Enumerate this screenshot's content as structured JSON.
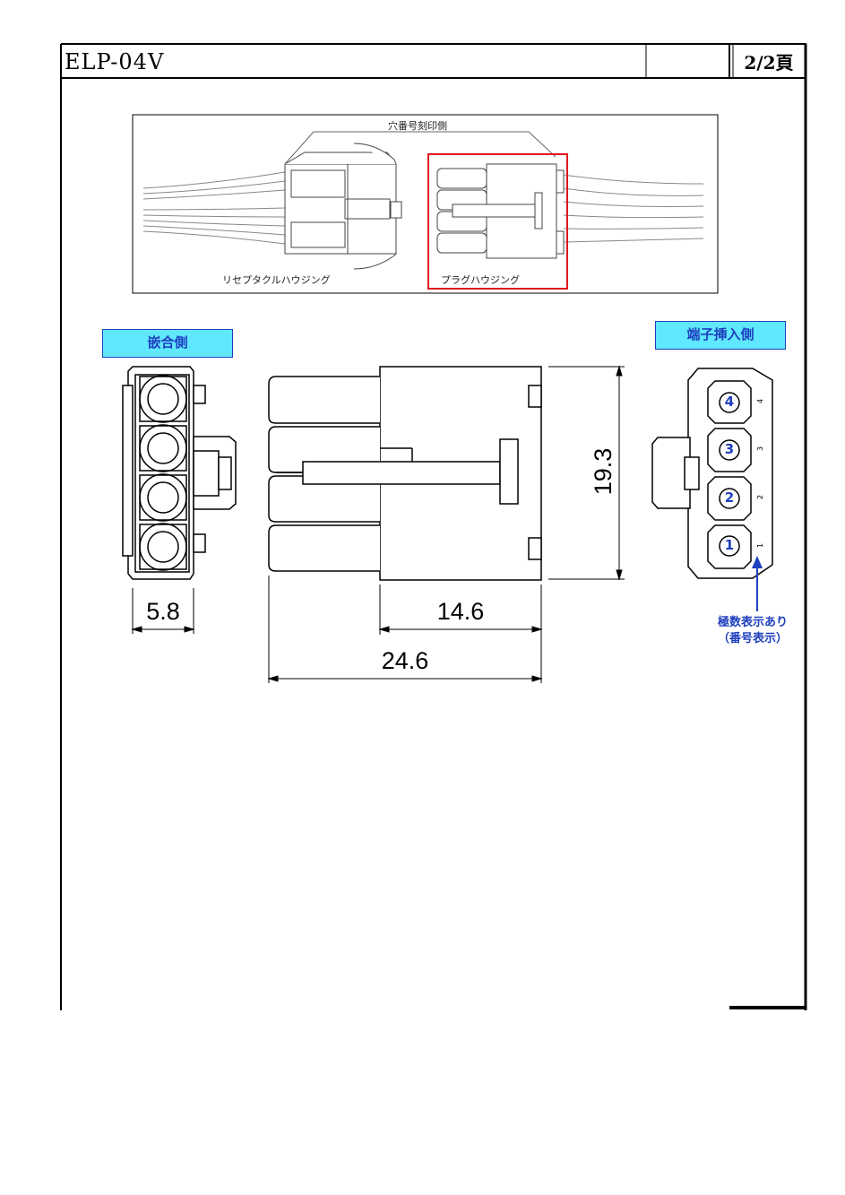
{
  "header": {
    "part_number": "ELP-04V",
    "page": "2/2頁"
  },
  "photo": {
    "top_label": "穴番号刻印側",
    "receptacle_label": "リセプタクルハウジング",
    "plug_label": "プラグハウジング",
    "highlight_color": "#e0141c"
  },
  "views": {
    "mating_side": "嵌合側",
    "terminal_side": "端子挿入側",
    "tag_color": "#5fe8ff"
  },
  "dimensions": {
    "width_side": "5.8",
    "body_length": "14.6",
    "total_length": "24.6",
    "height": "19.3"
  },
  "pins": [
    "4",
    "3",
    "2",
    "1"
  ],
  "pin_small_numbers": [
    "4",
    "3",
    "2",
    "1"
  ],
  "polarity_note": {
    "line1": "極数表示あり",
    "line2": "（番号表示）",
    "color": "#1f3fbf"
  }
}
